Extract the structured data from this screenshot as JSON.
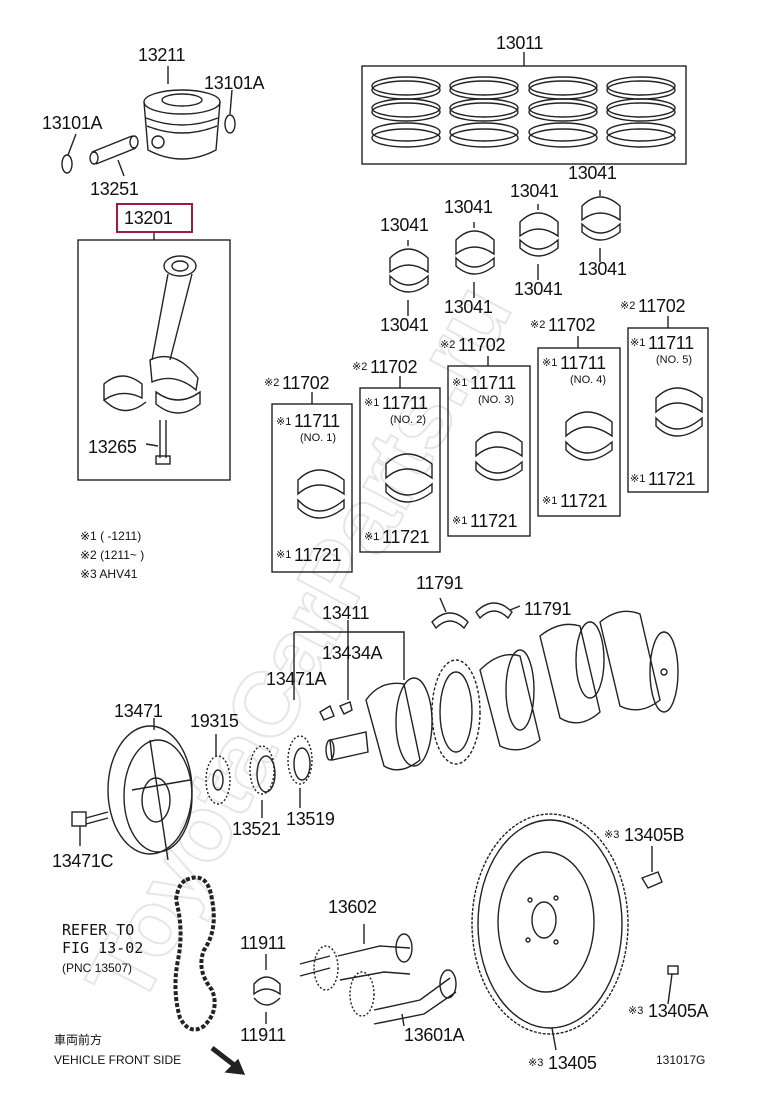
{
  "watermark": "ToyotaCarParts.ru",
  "diagram_code": "131017G",
  "labels": {
    "p13211": "13211",
    "p13101a_r": "13101A",
    "p13101a_l": "13101A",
    "p13251": "13251",
    "p13201": "13201",
    "p13265": "13265",
    "p13011": "13011",
    "b1_top": "13041",
    "b1_bot": "13041",
    "b2_top": "13041",
    "b2_bot": "13041",
    "b3_top": "13041",
    "b3_bot": "13041",
    "b4_top": "13041",
    "b4_bot": "13041",
    "m1_set": "11702",
    "m1_up": "11711",
    "m1_no": "(NO. 1)",
    "m1_lo": "11721",
    "m2_set": "11702",
    "m2_up": "11711",
    "m2_no": "(NO. 2)",
    "m2_lo": "11721",
    "m3_set": "11702",
    "m3_up": "11711",
    "m3_no": "(NO. 3)",
    "m3_lo": "11721",
    "m4_set": "11702",
    "m4_up": "11711",
    "m4_no": "(NO. 4)",
    "m4_lo": "11721",
    "m5_set": "11702",
    "m5_up": "11711",
    "m5_no": "(NO. 5)",
    "m5_lo": "11721",
    "p11791_a": "11791",
    "p11791_b": "11791",
    "p13411": "13411",
    "p13434a": "13434A",
    "p13471a": "13471A",
    "p13471": "13471",
    "p19315": "19315",
    "p13521": "13521",
    "p13519": "13519",
    "p13471c": "13471C",
    "p13405b": "13405B",
    "p13405a": "13405A",
    "p13405": "13405",
    "p13602": "13602",
    "p11911_top": "11911",
    "p11911_bot": "11911",
    "p13601a": "13601A"
  },
  "marks": {
    "m2": "※2",
    "m1": "※1",
    "m3": "※3"
  },
  "notes": {
    "n1": "※1 (      -1211)",
    "n2": "※2 (1211~      )",
    "n3": "※3 AHV41"
  },
  "refer": {
    "line1": "REFER TO",
    "line2": "FIG 13-02",
    "line3": "(PNC 13507)"
  },
  "front": {
    "jp": "車両前方",
    "en": "VEHICLE FRONT SIDE"
  }
}
